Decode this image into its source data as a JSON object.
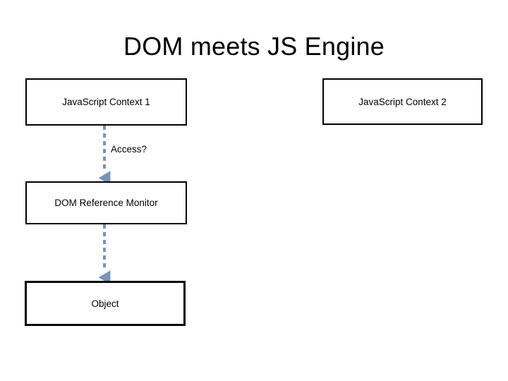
{
  "slide": {
    "title": "DOM meets JS Engine",
    "background_color": "#ffffff"
  },
  "diagram": {
    "type": "flow",
    "node_border_color": "#000000",
    "node_fill_color": "#ffffff",
    "arrow_color": "#7b93b5",
    "nodes": [
      {
        "id": "ctx1",
        "label": "JavaScript Context 1"
      },
      {
        "id": "ctx2",
        "label": "JavaScript Context 2"
      },
      {
        "id": "drm",
        "label": "DOM Reference Monitor"
      },
      {
        "id": "obj",
        "label": "Object"
      }
    ],
    "edges": [
      {
        "from": "ctx1",
        "to": "drm",
        "label": "Access?",
        "style": "dashed",
        "arrowhead": "triangle"
      },
      {
        "from": "drm",
        "to": "obj",
        "label": "",
        "style": "dashed",
        "arrowhead": "triangle"
      }
    ]
  }
}
